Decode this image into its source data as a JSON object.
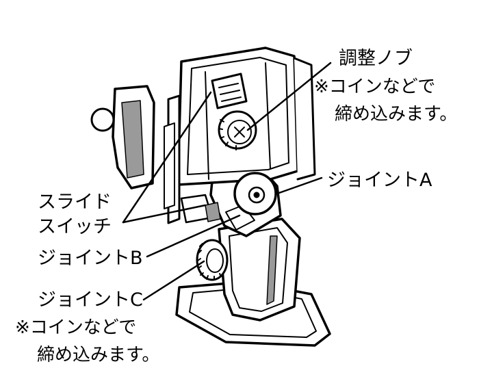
{
  "labels": {
    "adjust_knob": {
      "title": "調整ノブ",
      "note1": "※コインなどで",
      "note2": "締め込みます。"
    },
    "joint_a": "ジョイントA",
    "slide_switch": {
      "line1": "スライド",
      "line2": "スイッチ"
    },
    "joint_b": "ジョイントB",
    "joint_c": {
      "title": "ジョイントC",
      "note1": "※コインなどで",
      "note2": "締め込みます。"
    }
  },
  "colors": {
    "ink": "#000000",
    "paper": "#ffffff",
    "shade": "#9a9a9a"
  }
}
